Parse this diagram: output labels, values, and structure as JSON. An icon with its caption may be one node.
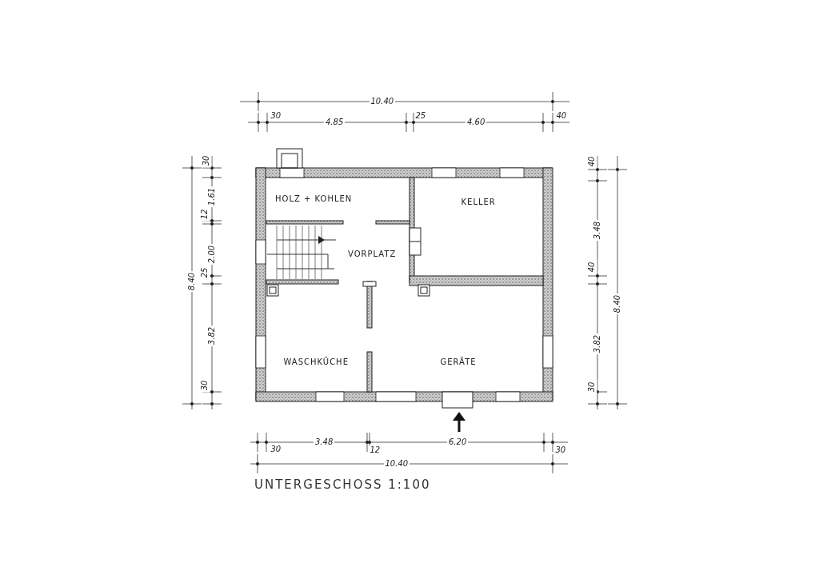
{
  "diagram": {
    "title": "UNTERGESCHOSS 1:100",
    "nodes": [
      {
        "text": [
          "HOLZ + KOHLEN"
        ]
      },
      {
        "text": [
          "KELLER"
        ]
      },
      {
        "text": [
          "VORPLATZ"
        ]
      },
      {
        "text": [
          "WASCHKÜCHE"
        ]
      },
      {
        "text": [
          "GERÄTE"
        ]
      }
    ],
    "labels": [
      "10.40",
      "30",
      "4.85",
      "25",
      "4.60",
      "40",
      "30",
      "1.61",
      "12",
      "2.00",
      "25",
      "8.40",
      "3.82",
      "30",
      "40",
      "3.48",
      "40",
      "8.40",
      "3.82",
      "30",
      "30",
      "3.48",
      "12",
      "6.20",
      "30",
      "10.40"
    ]
  }
}
